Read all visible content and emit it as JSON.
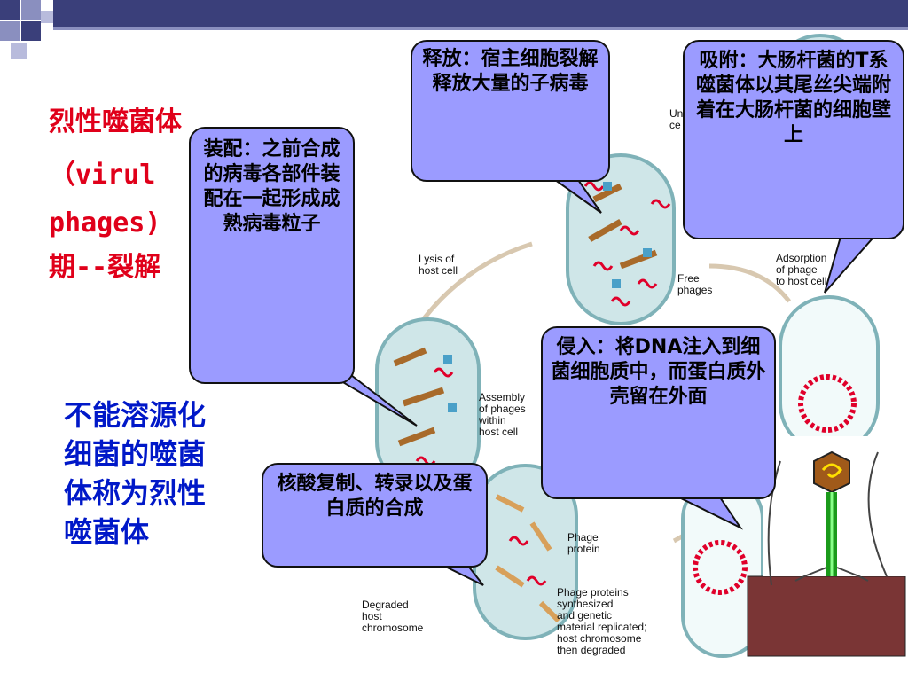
{
  "title_lines": [
    "烈性噬菌体",
    "（virul",
    "phages)",
    "期--裂解"
  ],
  "note_lines": [
    "不能溶源化",
    "细菌的噬菌",
    "体称为烈性",
    "噬菌体"
  ],
  "callouts": {
    "release": "释放：宿主细胞裂解释放大量的子病毒",
    "adsorb": "吸附：大肠杆菌的T系噬菌体以其尾丝尖端附着在大肠杆菌的细胞壁上",
    "assemble": "装配：之前合成的病毒各部件装配在一起形成成熟病毒粒子",
    "inject": "侵入：将DNA注入到细菌细胞质中，而蛋白质外壳留在外面",
    "replicate": "核酸复制、转录以及蛋白质的合成"
  },
  "diagram_labels": {
    "lysis": [
      "Lysis of",
      "host cell"
    ],
    "free": [
      "Free",
      "phages"
    ],
    "adsorption": [
      "Adsorption",
      "of phage",
      "to host cell"
    ],
    "assembly": [
      "Assembly",
      "of phages",
      "within",
      "host cell"
    ],
    "phage_protein": [
      "Phage",
      "protein"
    ],
    "synth": [
      "Phage proteins",
      "synthesized",
      "and genetic",
      "material replicated;",
      "host chromosome",
      "then degraded"
    ],
    "degraded": [
      "Degraded",
      "host",
      "chromosome"
    ],
    "uninfected": [
      "Un",
      "ce"
    ]
  },
  "colors": {
    "header": "#3a3f7a",
    "title_red": "#e0001a",
    "note_blue": "#0018c8",
    "callout_fill": "#9b9bff"
  }
}
